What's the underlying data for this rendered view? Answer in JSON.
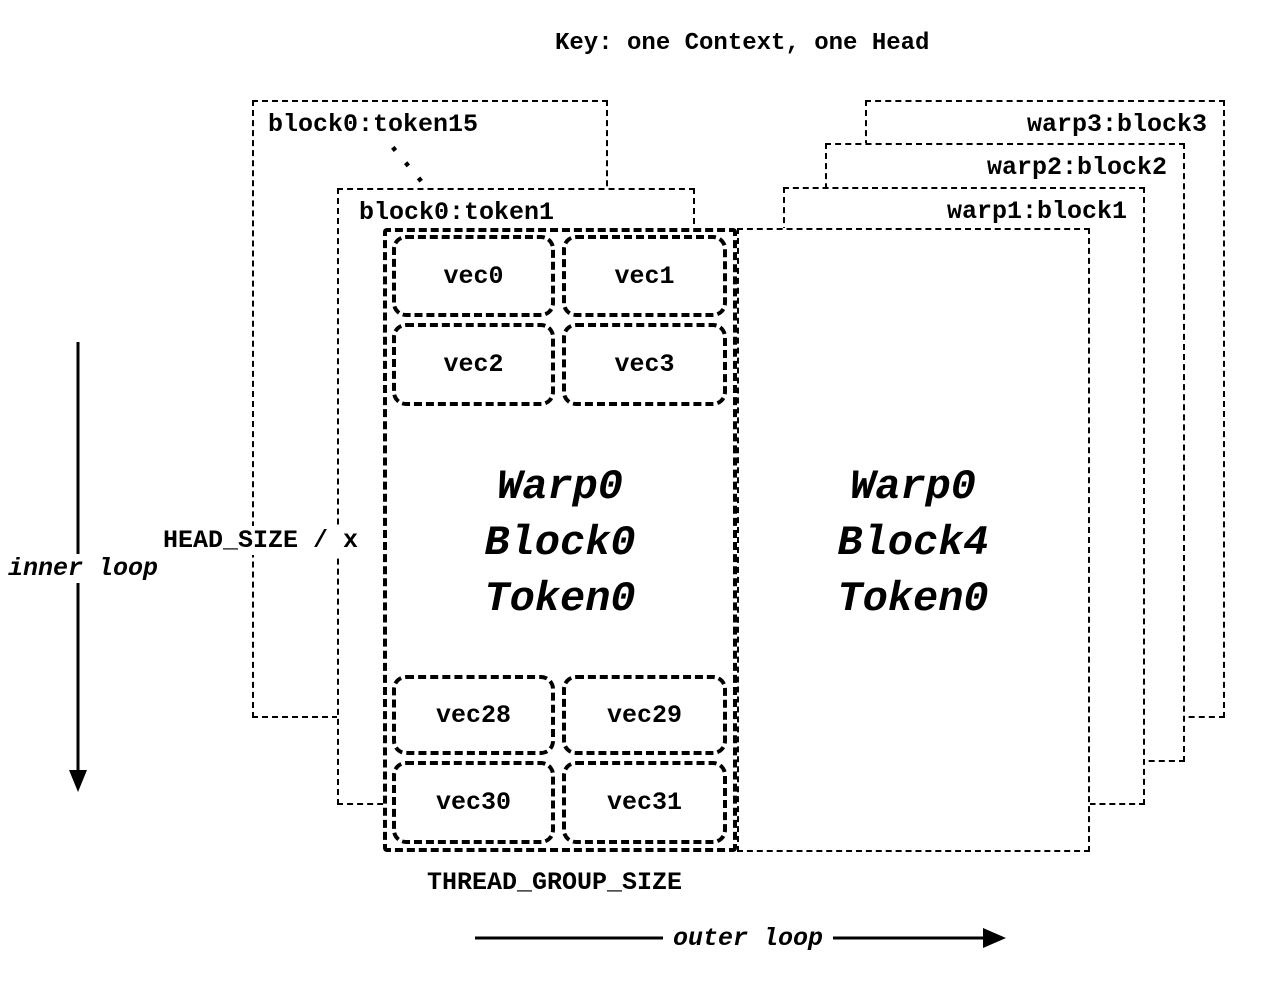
{
  "title": "Key: one Context, one Head",
  "left_stack": {
    "back_box_label": "block0:token15",
    "ellipsis": "...",
    "mid_box_label": "block0:token1",
    "front_box": {
      "top_vecs": [
        "vec0",
        "vec1",
        "vec2",
        "vec3"
      ],
      "center_lines": [
        "Warp0",
        "Block0",
        "Token0"
      ],
      "bottom_vecs": [
        "vec28",
        "vec29",
        "vec30",
        "vec31"
      ]
    }
  },
  "right_stack": {
    "back_box_labels": [
      "warp1:block1",
      "warp2:block2",
      "warp3:block3"
    ],
    "front_box": {
      "center_lines": [
        "Warp0",
        "Block4",
        "Token0"
      ]
    }
  },
  "labels": {
    "head_size": "HEAD_SIZE / x",
    "inner_loop": "inner loop",
    "thread_group_size": "THREAD_GROUP_SIZE",
    "outer_loop": "outer loop"
  }
}
